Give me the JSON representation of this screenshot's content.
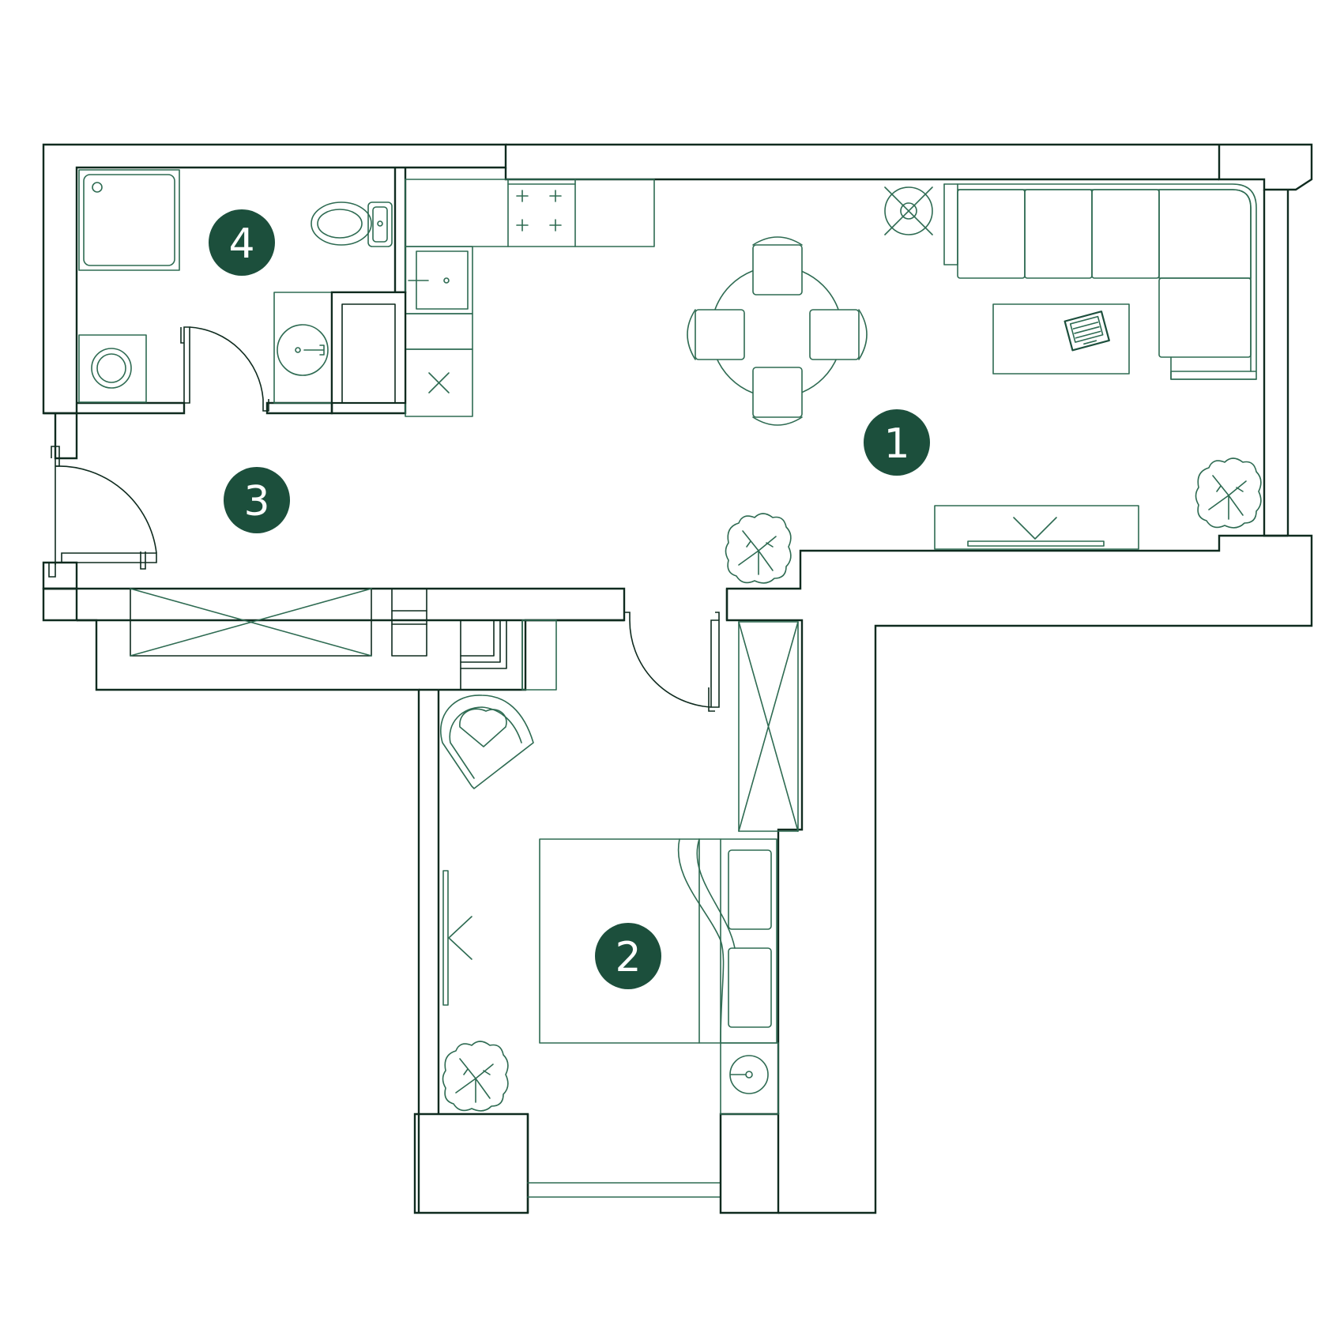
{
  "colors": {
    "wall": "#0f2b1f",
    "furniture": "#2e6b52",
    "marker": "#1c4f3c",
    "marker_text": "#ffffff",
    "background": "#ffffff"
  },
  "rooms": [
    {
      "id": "room-1",
      "label": "1"
    },
    {
      "id": "room-2",
      "label": "2"
    },
    {
      "id": "room-3",
      "label": "3"
    },
    {
      "id": "room-4",
      "label": "4"
    }
  ],
  "icons": [
    "plant-icon",
    "laptop-icon",
    "lamp-icon",
    "stove-icon",
    "sink-icon",
    "toilet-icon",
    "washing-machine-icon",
    "armchair-icon",
    "bed-icon",
    "tv-icon",
    "wardrobe-icon"
  ]
}
